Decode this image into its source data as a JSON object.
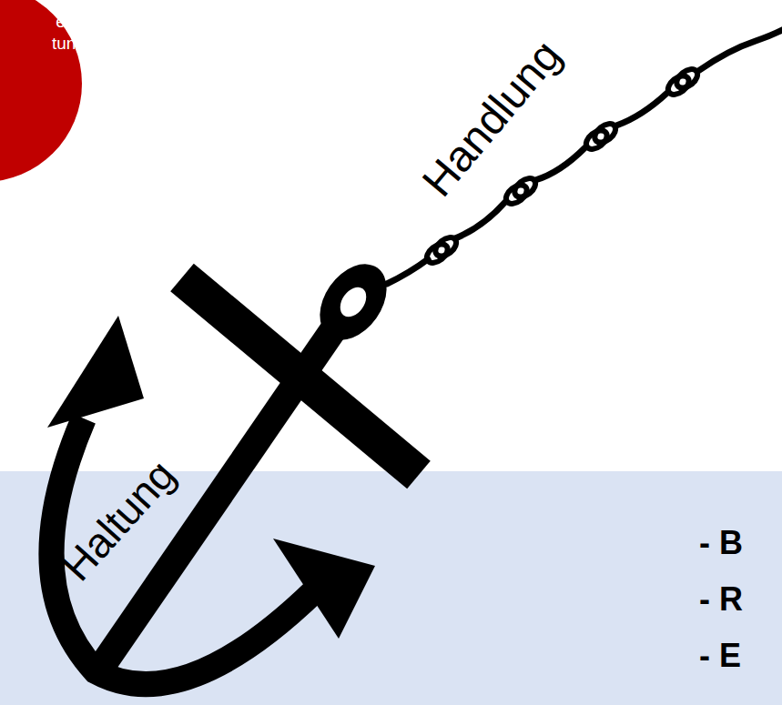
{
  "diagram": {
    "nodes": [
      {
        "text": [
          "erte tung"
        ]
      },
      {
        "text": [
          "- B",
          "- R",
          "- E"
        ]
      }
    ],
    "labels": [
      "Handlung",
      "Haltung"
    ]
  }
}
